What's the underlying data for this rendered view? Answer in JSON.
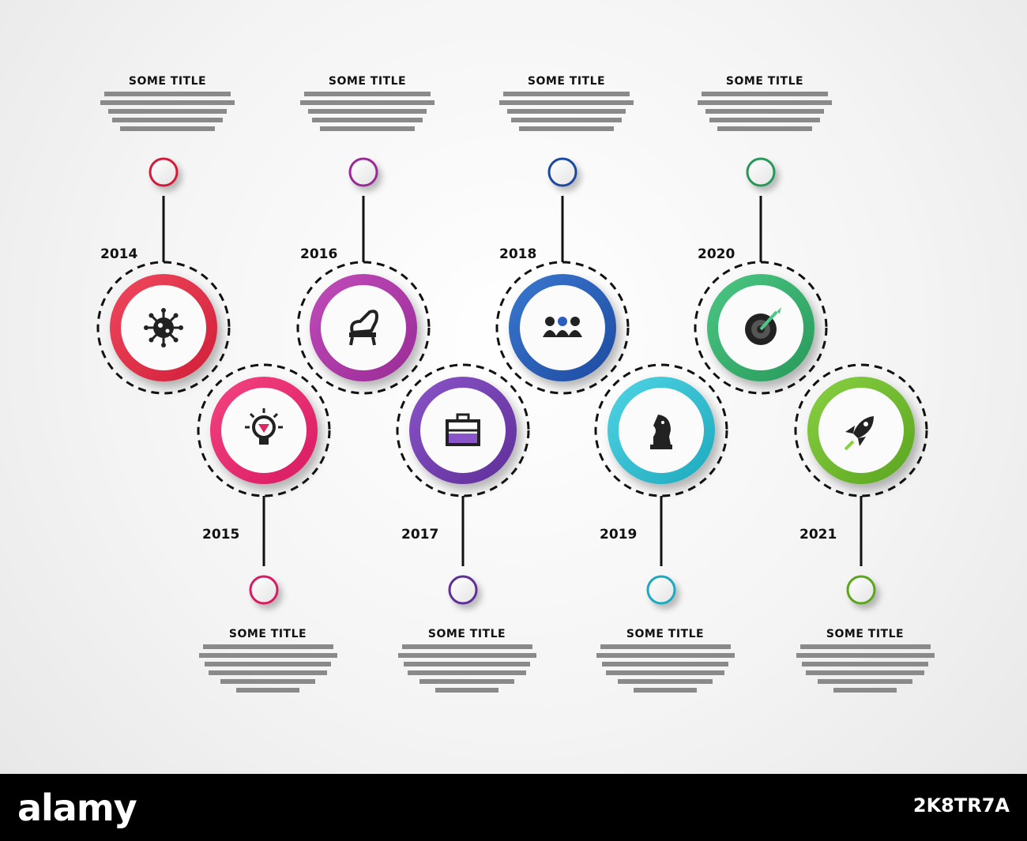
{
  "steps": [
    {
      "year": "2014",
      "title": "SOME TITLE",
      "color": "#d01f38",
      "color_light": "#f0485e",
      "icon": "virus-icon",
      "position": "top"
    },
    {
      "year": "2015",
      "title": "SOME TITLE",
      "color": "#d81a63",
      "color_light": "#f4437f",
      "icon": "idea-bulb-icon",
      "position": "bottom"
    },
    {
      "year": "2016",
      "title": "SOME TITLE",
      "color": "#9a2a96",
      "color_light": "#c04cba",
      "icon": "chair-icon",
      "position": "top"
    },
    {
      "year": "2017",
      "title": "SOME TITLE",
      "color": "#5e2e98",
      "color_light": "#8a55c8",
      "icon": "briefcase-icon",
      "position": "bottom"
    },
    {
      "year": "2018",
      "title": "SOME TITLE",
      "color": "#1d4aa0",
      "color_light": "#3a78d0",
      "icon": "team-icon",
      "position": "top"
    },
    {
      "year": "2019",
      "title": "SOME TITLE",
      "color": "#1ea9bd",
      "color_light": "#4fd4e4",
      "icon": "chess-knight-icon",
      "position": "bottom"
    },
    {
      "year": "2020",
      "title": "SOME TITLE",
      "color": "#27995a",
      "color_light": "#4cc784",
      "icon": "target-icon",
      "position": "top"
    },
    {
      "year": "2021",
      "title": "SOME TITLE",
      "color": "#5aa51f",
      "color_light": "#89d042",
      "icon": "rocket-icon",
      "position": "bottom"
    }
  ],
  "footer": {
    "logo": "alamy",
    "image_id": "2K8TR7A"
  }
}
